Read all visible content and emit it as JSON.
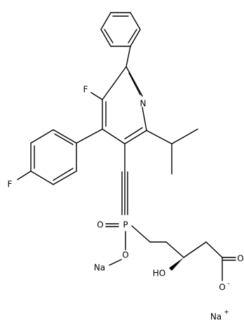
{
  "atoms": {
    "fluorine_ring": "F",
    "fluorine_phenyl": "F",
    "pyridine_nitrogen": "N",
    "phosphorus": "P",
    "phosphoryl_oxygen": "O",
    "ester_oxygen": "O",
    "sodium_ester": "Na",
    "hydroxyl": "HO",
    "carbonyl_oxygen": "O",
    "carboxylate_oxygen": "O",
    "carboxylate_charge": "-",
    "sodium_ion": "Na",
    "sodium_ion_charge": "+"
  },
  "colors": {
    "line": "#000000",
    "background": "#ffffff"
  }
}
